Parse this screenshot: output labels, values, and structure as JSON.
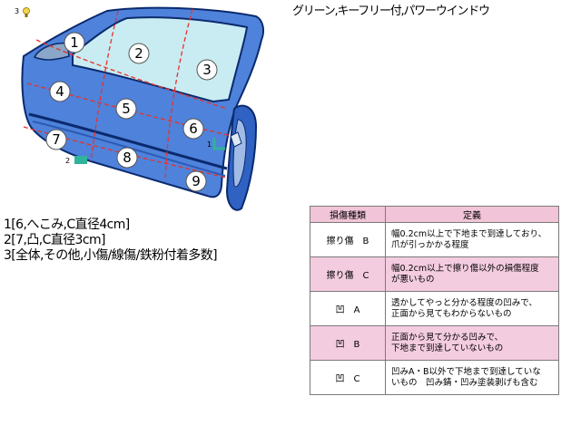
{
  "diagram": {
    "corner_label": "3",
    "zones": [
      "1",
      "2",
      "3",
      "4",
      "5",
      "6",
      "7",
      "8",
      "9"
    ],
    "marker_labels": [
      "1",
      "2"
    ],
    "colors": {
      "door": "#4f82da",
      "glass": "#c8ecf2",
      "outline": "#0b2a6e",
      "cut_lines": "#e8312b",
      "marker": "#2fb39a"
    }
  },
  "header_note": "グリーン,キーフリー付,パワーウインドウ",
  "damage_notes": [
    "1[6,へこみ,C直径4cm]",
    "2[7,凸,C直径3cm]",
    "3[全体,その他,小傷/線傷/鉄粉付着多数]"
  ],
  "legend": {
    "col_type": "損傷種類",
    "col_def": "定義",
    "rows": [
      {
        "type": "擦り傷　B",
        "def": "幅0.2cm以上で下地まで到達しており、\n爪が引っかかる程度",
        "shade": "white"
      },
      {
        "type": "擦り傷　C",
        "def": "幅0.2cm以上で擦り傷以外の損傷程度\nが悪いもの",
        "shade": "pink"
      },
      {
        "type": "凹　A",
        "def": "透かしてやっと分かる程度の凹みで、\n正面から見てもわからないもの",
        "shade": "white"
      },
      {
        "type": "凹　B",
        "def": "正面から見て分かる凹みで、\n下地まで到達していないもの",
        "shade": "pink"
      },
      {
        "type": "凹　C",
        "def": "凹みA・B以外で下地まで到達していな\nいもの　凹み錆・凹み塗装剥げも含む",
        "shade": "white"
      }
    ]
  }
}
